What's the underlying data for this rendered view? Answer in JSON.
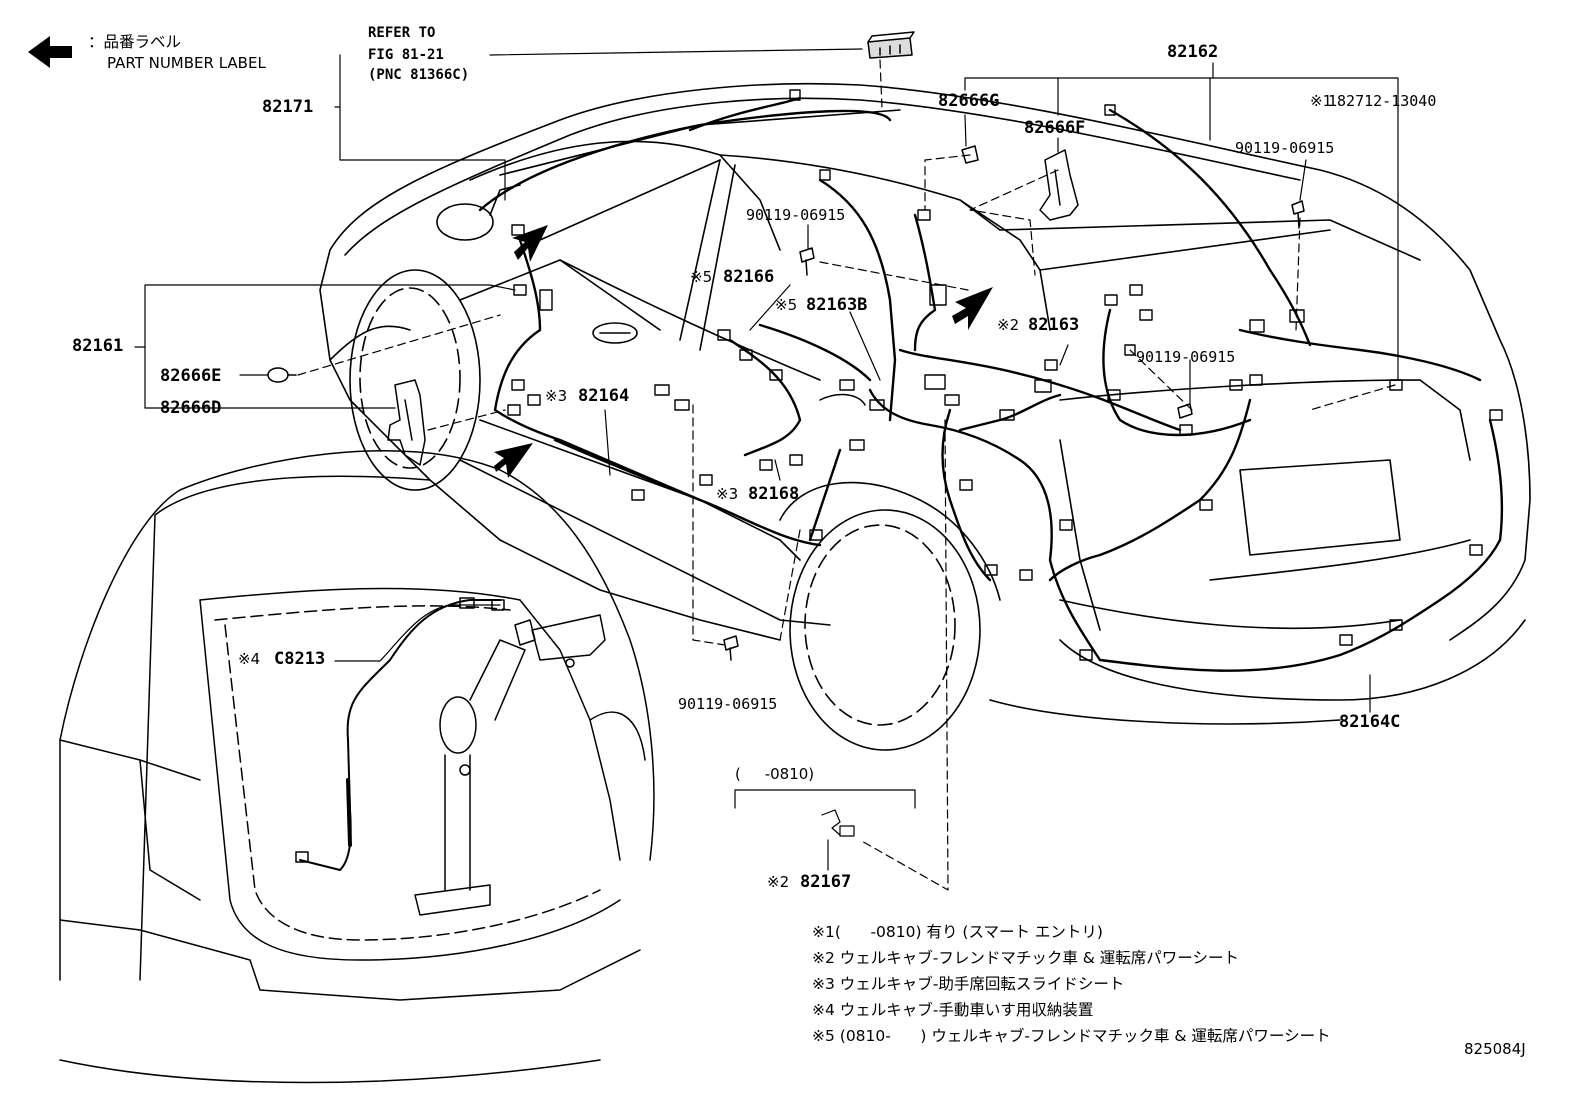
{
  "legend": {
    "jp": "：品番ラベル",
    "en": "PART NUMBER LABEL"
  },
  "refer": {
    "line1": "REFER TO",
    "line2": "FIG 81-21",
    "line3": "(PNC 81366C)"
  },
  "parts": {
    "p82162": "82162",
    "p82171": "82171",
    "p82666G": "82666G",
    "p82666F": "82666F",
    "p182712": "182712-13040",
    "p182712_mark": "※1",
    "p90119_a": "90119-06915",
    "p90119_b": "90119-06915",
    "p90119_c": "90119-06915",
    "p90119_d": "90119-06915",
    "p82166": "82166",
    "p82166_mark": "※5",
    "p82163B": "82163B",
    "p82163B_mark": "※5",
    "p82163": "82163",
    "p82163_mark": "※2",
    "p82161": "82161",
    "p82666E": "82666E",
    "p82666D": "82666D",
    "p82164": "82164",
    "p82164_mark": "※3",
    "p82168": "82168",
    "p82168_mark": "※3",
    "pC8213": "C8213",
    "pC8213_mark": "※4",
    "p82164C": "82164C",
    "p82167": "82167",
    "p82167_mark": "※2",
    "range": "(     -0810)"
  },
  "notes": [
    "※1(      -0810) 有り (スマート エントリ)",
    "※2 ウェルキャブ-フレンドマチック車 & 運転席パワーシート",
    "※3 ウェルキャブ-助手席回転スライドシート",
    "※4 ウェルキャブ-手動車いす用収納装置",
    "※5 (0810-      ) ウェルキャブ-フレンドマチック車 & 運転席パワーシート"
  ],
  "figure_id": "825084J"
}
